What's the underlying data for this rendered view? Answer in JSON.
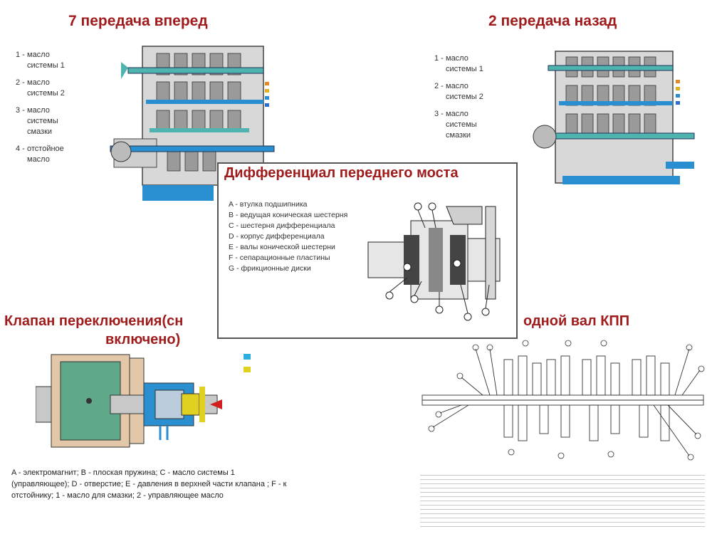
{
  "top_left": {
    "title": "7 передача вперед",
    "legend": [
      {
        "num": "1 -",
        "text": "масло системы 1"
      },
      {
        "num": "2 -",
        "text": "масло системы 2"
      },
      {
        "num": "3 -",
        "text": "масло системы смазки"
      },
      {
        "num": "4 -",
        "text": "отстойное масло"
      }
    ]
  },
  "top_right": {
    "title": "2 передача назад",
    "legend": [
      {
        "num": "1 -",
        "text": "масло системы 1"
      },
      {
        "num": "2 -",
        "text": "масло системы 2"
      },
      {
        "num": "3 -",
        "text": "масло системы смазки"
      }
    ]
  },
  "center_panel": {
    "title": "Дифференциал переднего моста",
    "items": [
      "A - втулка подшипника",
      "B - ведущая коническая шестерня",
      "C - шестерня дифференциала",
      "D - корпус дифференциала",
      "E - валы конической шестерни",
      "F - сепарационные пластины",
      "G - фрикционные диски"
    ]
  },
  "bottom_left": {
    "title_line1": "Клапан переключения(сн",
    "title_line2": "включено)",
    "caption": "A - электромагнит; B - плоская пружина; C - масло системы 1 (управляющее); D - отверстие; E - давления в верхней части клапана ; F - к отстойнику; 1 - масло для смазки; 2 - управляющее масло"
  },
  "bottom_right": {
    "title": "одной вал КПП"
  },
  "colors": {
    "title_red": "#a01c1c",
    "oil_blue": "#2a8fd0",
    "oil_teal": "#4fb3b0",
    "oil_yellow": "#e0d020",
    "oil_orange": "#e08a2a",
    "housing_green": "#5fa88a"
  }
}
